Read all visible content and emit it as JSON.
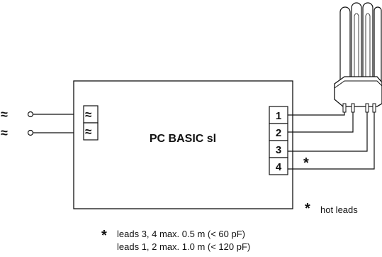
{
  "device": {
    "name": "PC BASIC sl",
    "input_symbol": "≈",
    "terminals": [
      "1",
      "2",
      "3",
      "4"
    ]
  },
  "mains": {
    "symbol": "≈"
  },
  "marks": {
    "asterisk": "*"
  },
  "legend": {
    "hot_leads": "hot leads"
  },
  "notes": {
    "line1": "leads 3, 4 max. 0.5 m (< 60 pF)",
    "line2": "leads 1, 2 max. 1.0 m (< 120 pF)"
  },
  "colors": {
    "stroke": "#111111",
    "background": "#ffffff"
  }
}
